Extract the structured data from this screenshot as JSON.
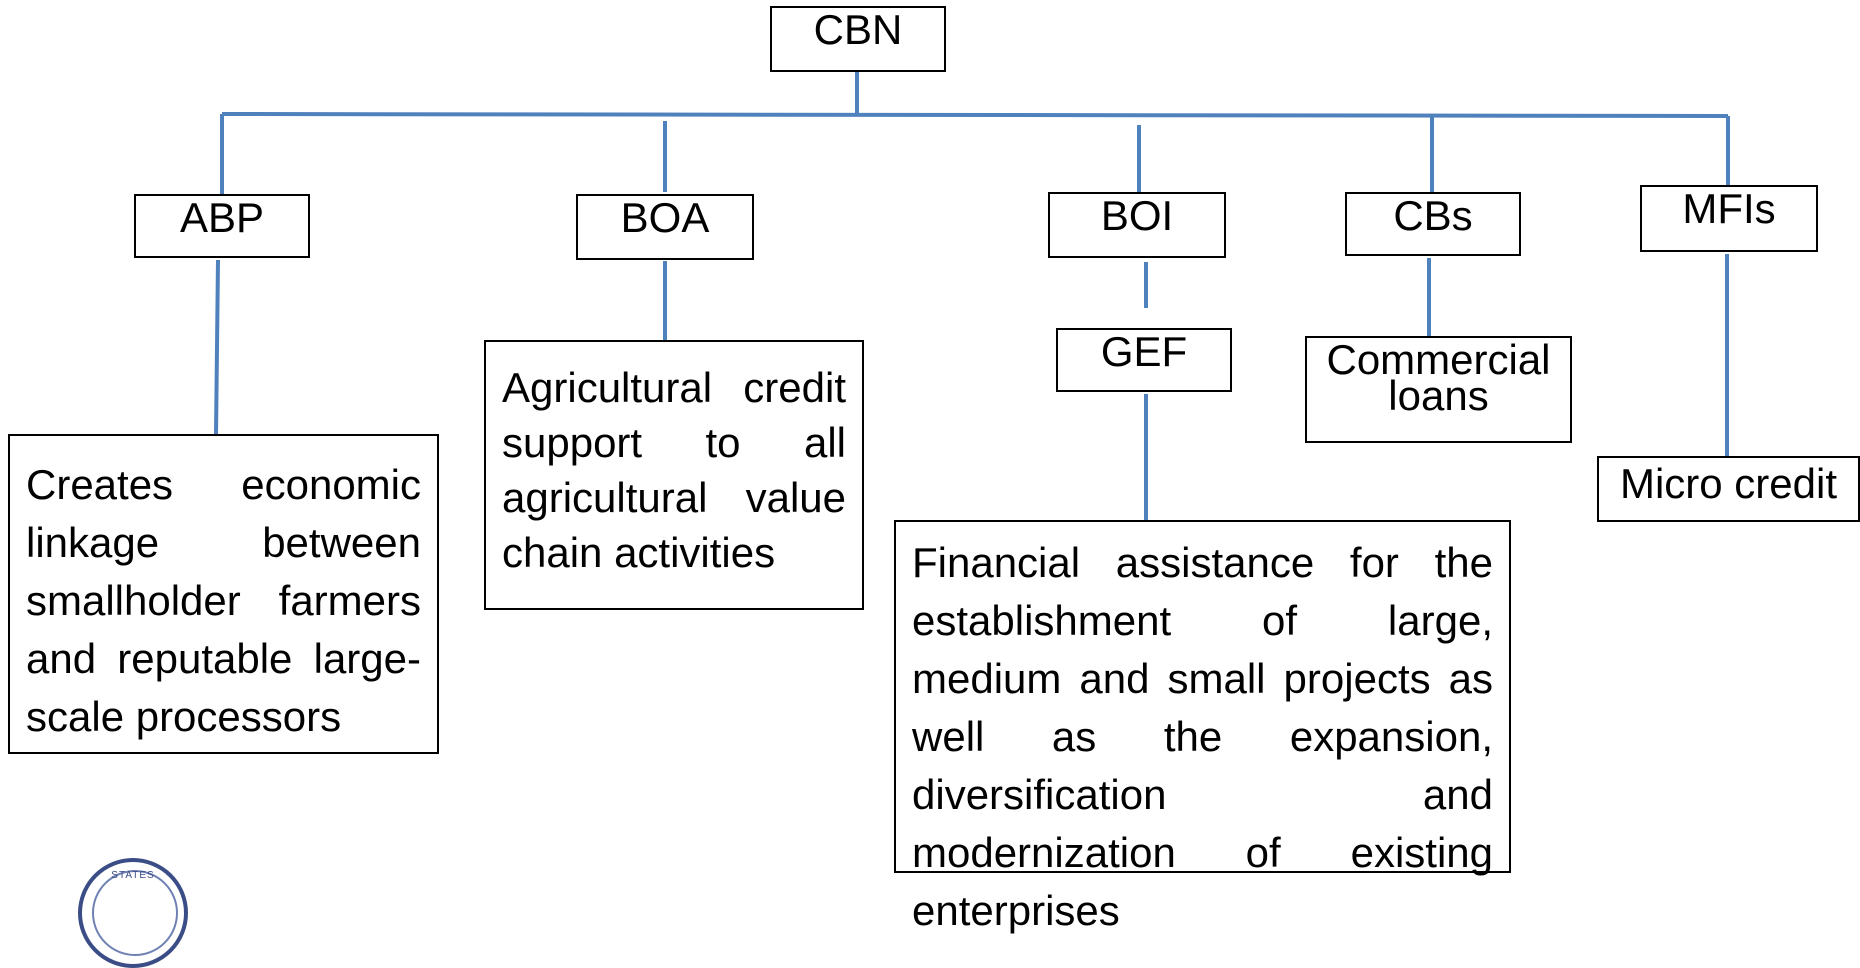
{
  "diagram": {
    "root": {
      "label": "CBN"
    },
    "branches": [
      {
        "label": "ABP",
        "description": "Creates economic linkage between smallholder farmers and reputable large-scale processors"
      },
      {
        "label": "BOA",
        "description": "Agricultural credit support to all agricultural value chain activities"
      },
      {
        "label": "BOI",
        "sub_label": "GEF",
        "description": "Financial assistance for the establishment of large, medium and small projects as well as the expansion, diversification and modernization of existing enterprises"
      },
      {
        "label": "CBs",
        "description": "Commercial loans"
      },
      {
        "label": "MFIs",
        "description": "Micro credit"
      }
    ],
    "connector_color": "#4f81bd",
    "seal_text": "STATES"
  }
}
